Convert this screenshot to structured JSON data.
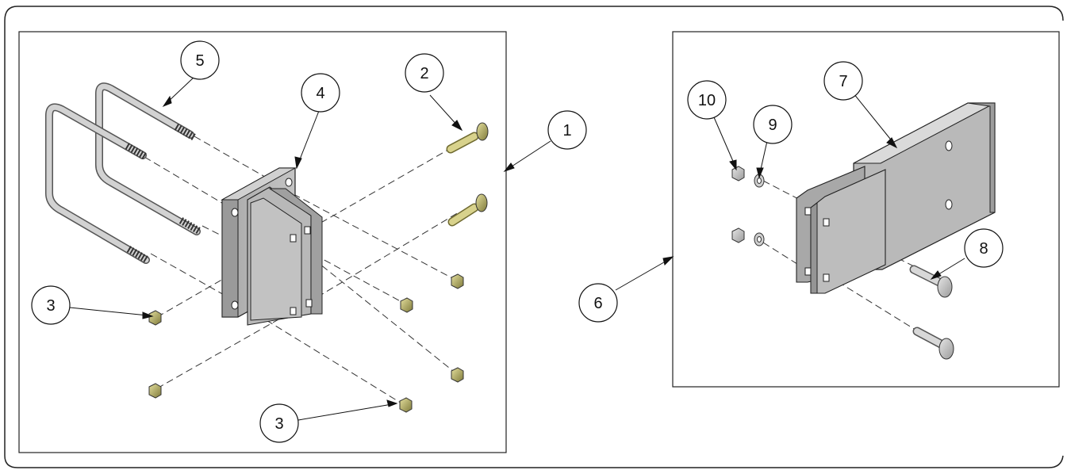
{
  "callouts": {
    "c1": "1",
    "c2": "2",
    "c3a": "3",
    "c3b": "3",
    "c4": "4",
    "c5": "5",
    "c6": "6",
    "c7": "7",
    "c8": "8",
    "c9": "9",
    "c10": "10"
  },
  "colors": {
    "outline": "#1a1a1a",
    "plate": "#b4b4b4",
    "plate_dark": "#8c8c8c",
    "rod": "#c8c8c8",
    "thread": "#3c3c3c",
    "hardware": "#c8c080",
    "hardware_dark": "#8a8440"
  }
}
